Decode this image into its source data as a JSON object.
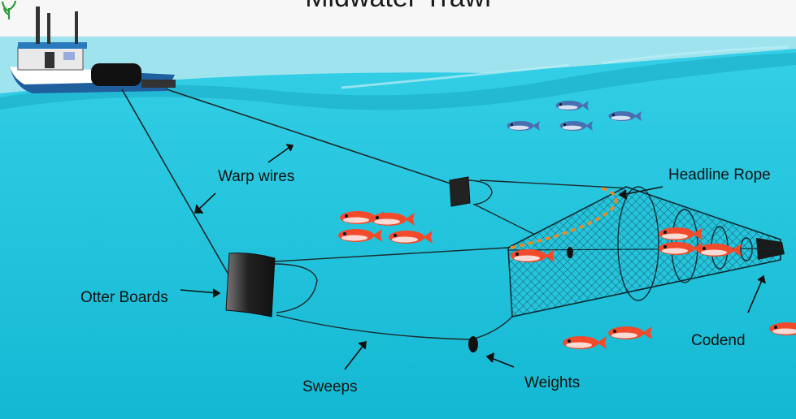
{
  "diagram": {
    "title": "Midwater Trawl",
    "labels": {
      "warp_wires": "Warp wires",
      "headline_rope": "Headline Rope",
      "otter_boards": "Otter Boards",
      "codend": "Codend",
      "sweeps": "Sweeps",
      "weights": "Weights"
    },
    "colors": {
      "sky": "#f7f7f7",
      "sea_surface": "#9fe3ef",
      "water": "#23c7df",
      "net": "#0a2a33",
      "floats": "#f08a1c",
      "fish_red": "#f24a2a",
      "fish_blue": "#4a6fb0"
    },
    "icons": [
      "boat-icon",
      "otter-board-icon",
      "fish-icon",
      "weight-icon",
      "seaweed-icon"
    ]
  }
}
